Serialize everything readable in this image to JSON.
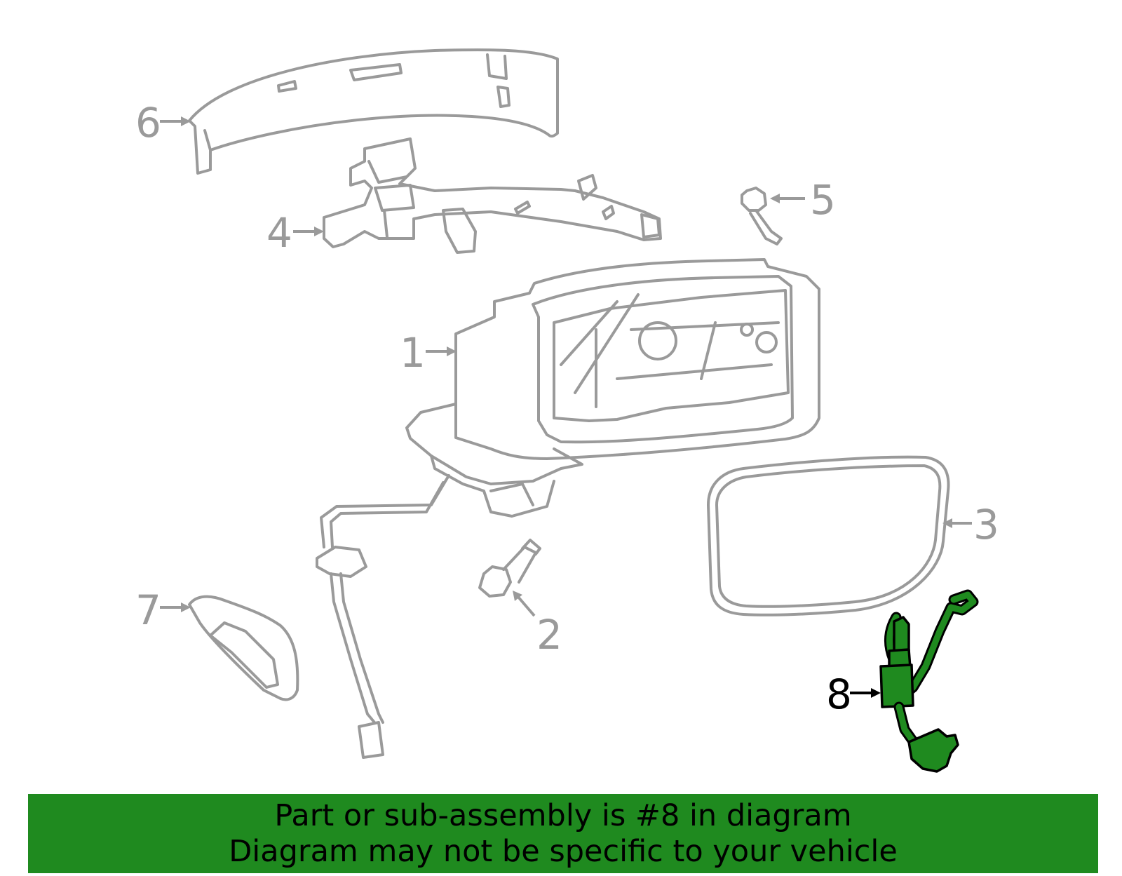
{
  "diagram": {
    "callouts": {
      "c1": "1",
      "c2": "2",
      "c3": "3",
      "c4": "4",
      "c5": "5",
      "c6": "6",
      "c7": "7",
      "c8": "8"
    },
    "highlighted_part": "8",
    "colors": {
      "highlight": "#1f8a1f",
      "parts": "#9a9a9a"
    }
  },
  "banner": {
    "line1": "Part or sub-assembly is #8 in diagram",
    "line2": "Diagram may not be specific to your vehicle"
  }
}
